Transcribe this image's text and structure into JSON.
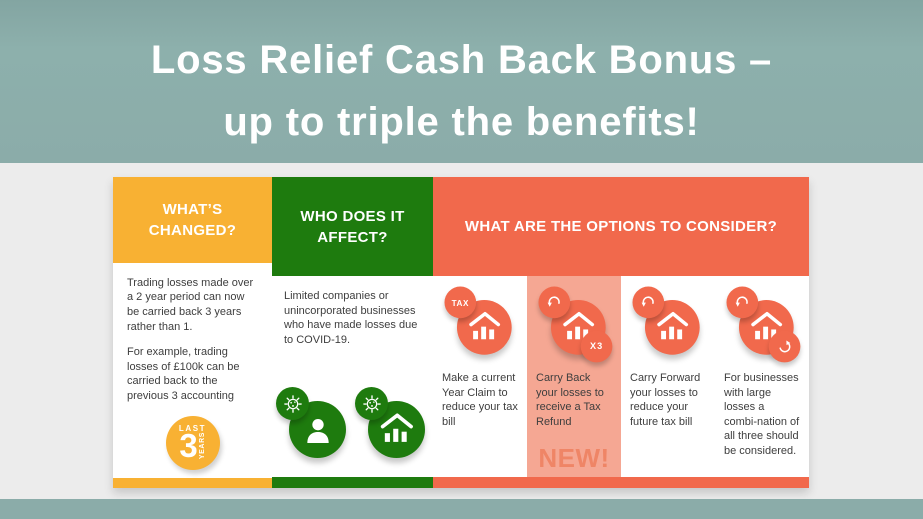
{
  "hero": {
    "title_line1": "Loss Relief Cash Back Bonus –",
    "title_line2": "up to triple the benefits!"
  },
  "panels": {
    "changed": {
      "title": "WHAT’S CHANGED?",
      "paragraphs": [
        "Trading losses made over a 2 year period can now be carried back 3 years rather than 1.",
        "For example, trading losses of £100k can be carried back to the previous 3 accounting"
      ],
      "badge": {
        "top": "LAST",
        "number": "3",
        "side": "YEARS"
      }
    },
    "affect": {
      "title": "WHO DOES IT AFFECT?",
      "paragraph": "Limited companies or unincorporated businesses who have made losses due to COVID-19.",
      "icons": [
        "covid-person-icon",
        "covid-business-icon"
      ]
    },
    "options": {
      "title": "WHAT ARE THE OPTIONS TO CONSIDER?",
      "items": [
        {
          "text": "Make a current Year Claim to reduce your tax bill",
          "badge": "TAX",
          "icon": "tax-claim-icon",
          "highlighted": false
        },
        {
          "text": "Carry Back your losses to receive a Tax Refund",
          "badge": "X3",
          "tag": "NEW!",
          "icon": "carry-back-icon",
          "highlighted": true
        },
        {
          "text": "Carry Forward your losses to reduce your future tax bill",
          "icon": "carry-forward-icon",
          "highlighted": false
        },
        {
          "text": "For businesses with large losses a combi-nation of all three should be considered.",
          "icon": "combination-icon",
          "highlighted": false
        }
      ]
    }
  },
  "colors": {
    "teal": "#8BACA9",
    "yellow": "#F8B133",
    "green": "#1E7B0E",
    "orange": "#F1694C",
    "salmon": "#F5A793",
    "new_text": "#EF8566",
    "page_bg": "#ECECEC",
    "body_text": "#3E3E3E"
  }
}
